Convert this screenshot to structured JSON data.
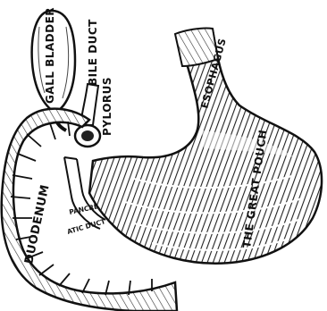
{
  "labels": {
    "gall_bladder": "GALL BLADDER",
    "bile_duct": "BILE DUCT",
    "pylorus": "PYLORUS",
    "esophagus": "ESOPHAGUS",
    "great_pouch": "THE GREAT POUCH",
    "duodenum": "DUODENUM",
    "pancreatic_1": "PANCRE",
    "pancreatic_2": "ATIC DUCT"
  }
}
